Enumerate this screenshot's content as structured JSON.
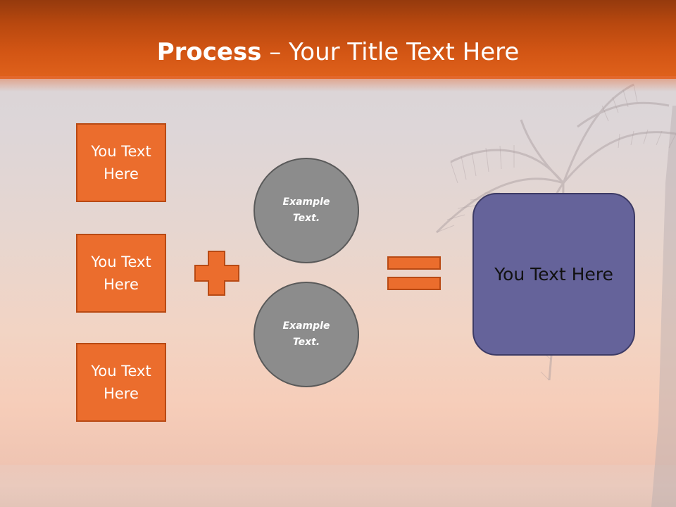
{
  "slide": {
    "title_bold": "Process",
    "title_rest": " – Your Title Text Here",
    "boxes": [
      "You Text Here",
      "You Text Here",
      "You Text Here"
    ],
    "circles": [
      "Example Text.",
      "Example Text."
    ],
    "result": "You Text Here"
  },
  "colors": {
    "accent_orange": "#eb6d2d",
    "result_box": "#65639a",
    "circle_gray": "#8c8c8c",
    "header_orange": "#d25514"
  }
}
